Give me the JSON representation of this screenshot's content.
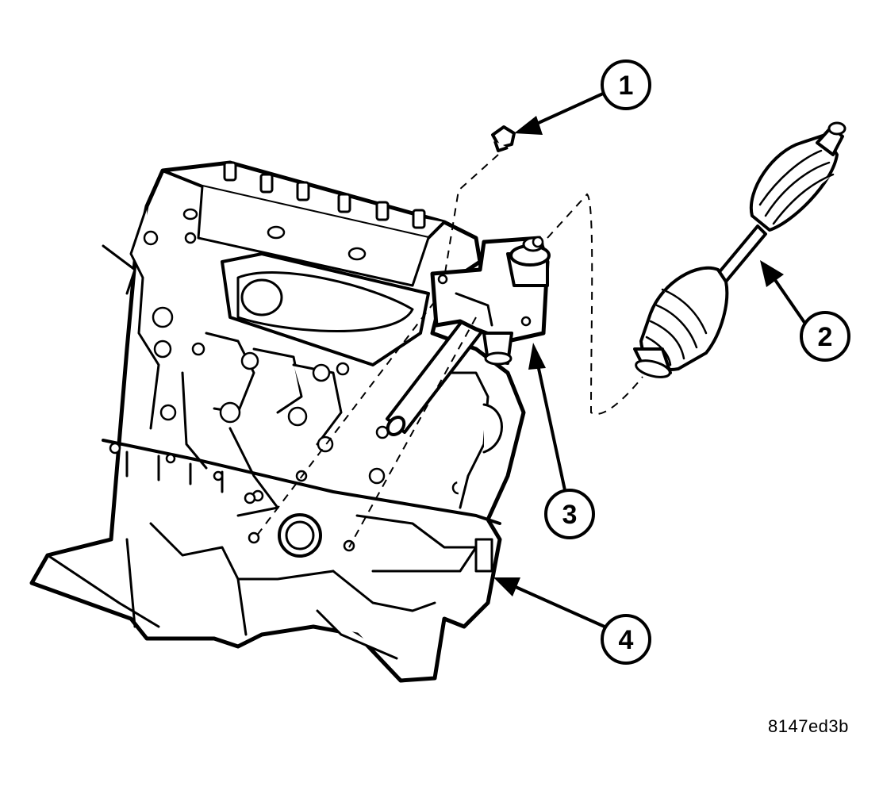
{
  "callouts": [
    {
      "id": "1",
      "label": "1"
    },
    {
      "id": "2",
      "label": "2"
    },
    {
      "id": "3",
      "label": "3"
    },
    {
      "id": "4",
      "label": "4"
    }
  ],
  "figure_id": "8147ed3b",
  "colors": {
    "line": "#000000",
    "background": "#ffffff"
  }
}
